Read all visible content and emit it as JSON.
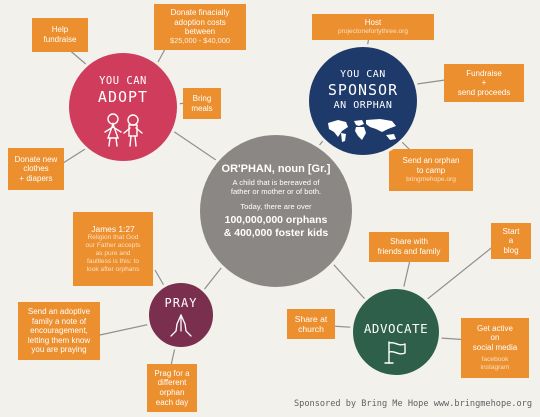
{
  "center": {
    "heading": "OR'PHAN, noun [Gr.]",
    "definition": [
      "A child that is bereaved of",
      "father or mother or of both."
    ],
    "today": "Today, there are over",
    "orphans": "100,000,000 orphans",
    "foster": "& 400,000 foster kids"
  },
  "adopt": {
    "line1": "YOU CAN",
    "line2": "ADOPT",
    "notes": {
      "help": [
        "Help",
        "fundraise"
      ],
      "donate_costs": [
        "Donate finacially",
        "adoption costs",
        "between"
      ],
      "donate_costs_range": "$25,000 - $40,000",
      "meals": [
        "Bring",
        "meals"
      ],
      "clothes": [
        "Donate new",
        "clothes",
        "+ diapers"
      ]
    }
  },
  "sponsor": {
    "line1": "YOU CAN",
    "line2": "SPONSOR",
    "line3": "AN ORPHAN",
    "notes": {
      "host_title": "Host",
      "host_site": "projectonefortythree.org",
      "fundraise": [
        "Fundraise",
        "+",
        "send proceeds"
      ],
      "camp": [
        "Send an orphan",
        "to camp"
      ],
      "camp_site": "bringmehope.org"
    }
  },
  "pray": {
    "label": "PRAY",
    "notes": {
      "james_title": "James 1:27",
      "james_text": [
        "Religion that God",
        "our Father accepts",
        "as pure and",
        "faultless is this: to",
        "look after orphans"
      ],
      "encourage": [
        "Send an adoptive",
        "family a note of",
        "encouragement,",
        "letting them know",
        "you are praying"
      ],
      "daily": [
        "Prag for a",
        "different",
        "orphan",
        "each day"
      ]
    }
  },
  "advocate": {
    "label": "ADVOCATE",
    "notes": {
      "share_friends": [
        "Share with",
        "friends and family"
      ],
      "blog": [
        "Start",
        "a",
        "blog"
      ],
      "church": [
        "Share at",
        "church"
      ],
      "social": [
        "Get active",
        "on",
        "social media"
      ],
      "social_sub": [
        "facebook",
        "instagram"
      ]
    }
  },
  "footer": "Sponsored by Bring Me Hope www.bringmehope.org",
  "colors": {
    "background": "#f3f1ec",
    "note_orange": "#ec8f2e",
    "center_gray": "#8a8784",
    "adopt_pink": "#cf3c5c",
    "sponsor_navy": "#1e3a6b",
    "pray_plum": "#7a2f4e",
    "advocate_green": "#2d5f4a",
    "line_gray": "#8e9090"
  }
}
